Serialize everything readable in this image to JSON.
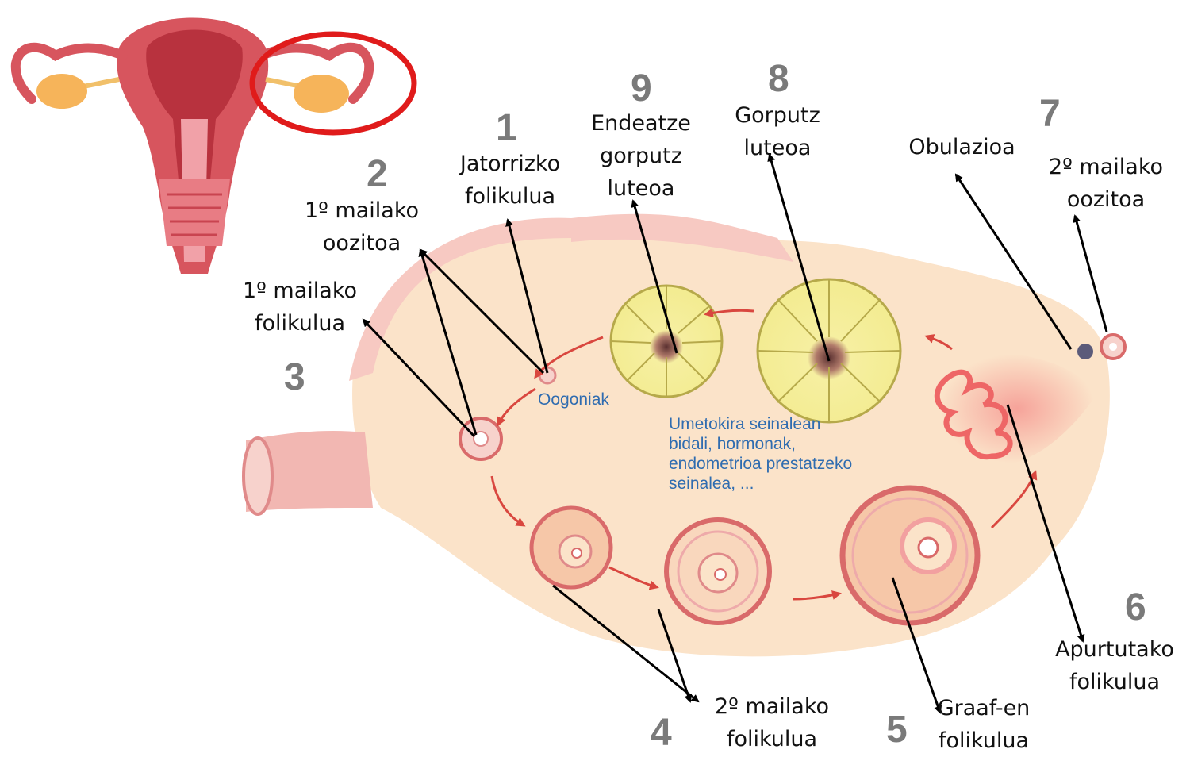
{
  "colors": {
    "ovary_fill": "#fbe3c9",
    "ovary_edge": "#f7c9c2",
    "tube": "#f0a6a6",
    "arrow": "#000000",
    "cycle_arrow": "#d9473f",
    "corpus": "#f7f2a3",
    "label_blue": "#2f6cb0",
    "number_gray": "#7a7a7a",
    "highlight_ring": "#e01b1b"
  },
  "numbers": {
    "n1": "1",
    "n2": "2",
    "n3": "3",
    "n4": "4",
    "n5": "5",
    "n6": "6",
    "n7": "7",
    "n8": "8",
    "n9": "9"
  },
  "labels": {
    "jatorrizko": {
      "l1": "Jatorrizko",
      "l2": "folikulua"
    },
    "primary_oocyte": {
      "l1": "1º mailako",
      "l2": "oozitoa"
    },
    "primary_follicle": {
      "l1": "1º mailako",
      "l2": "folikulua"
    },
    "endeatze": {
      "l1": "Endeatze",
      "l2": "gorputz",
      "l3": "luteoa"
    },
    "corpus_luteum": {
      "l1": "Gorputz",
      "l2": "luteoa"
    },
    "ovulation": {
      "l1": "Obulazioa"
    },
    "secondary_oocyte": {
      "l1": "2º mailako",
      "l2": "oozitoa"
    },
    "ruptured": {
      "l1": "Apurtutako",
      "l2": "folikulua"
    },
    "graaf": {
      "l1": "Graaf-en",
      "l2": "folikulua"
    },
    "secondary_follicle": {
      "l1": "2º mailako",
      "l2": "folikulua"
    }
  },
  "annotations": {
    "oogonia": "Oogoniak",
    "signal": {
      "l1": "Umetokira seinalean",
      "l2": "bidali, hormonak,",
      "l3": "endometrioa prestatzeko",
      "l4": "seinalea, ..."
    }
  },
  "icons": {
    "uterus": "uterus-icon",
    "ovary": "ovary-icon",
    "highlight": "highlight-ring-icon"
  }
}
